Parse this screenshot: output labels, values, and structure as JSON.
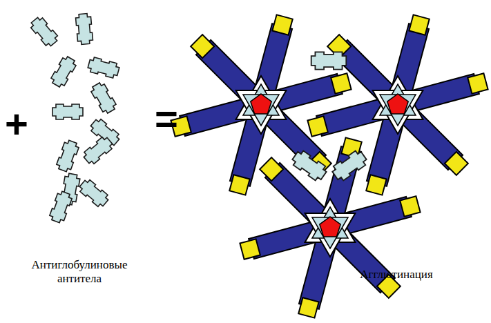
{
  "diagram": {
    "labels": [
      "+",
      "=",
      "Антиглобулиновые антитела",
      "Агглютинация"
    ]
  }
}
